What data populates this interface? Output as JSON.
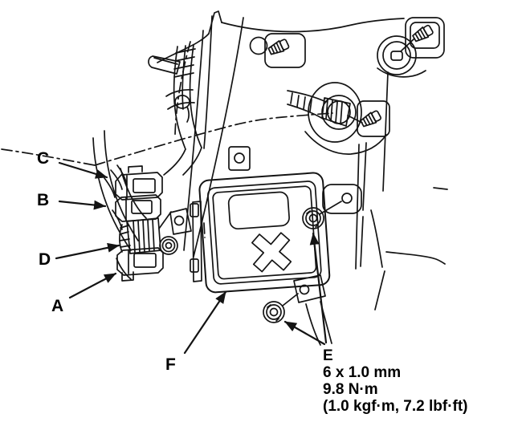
{
  "figure": {
    "kind": "service-manual-line-drawing",
    "background_color": "#ffffff",
    "line_color": "#141414"
  },
  "callouts": {
    "a": "A",
    "b": "B",
    "c": "C",
    "d": "D",
    "f": "F"
  },
  "torque_spec": {
    "label": "E",
    "bolt_size": "6 x 1.0 mm",
    "torque_nm": "9.8 N·m",
    "torque_alt": "(1.0 kgf·m, 7.2 lbf·ft)"
  }
}
